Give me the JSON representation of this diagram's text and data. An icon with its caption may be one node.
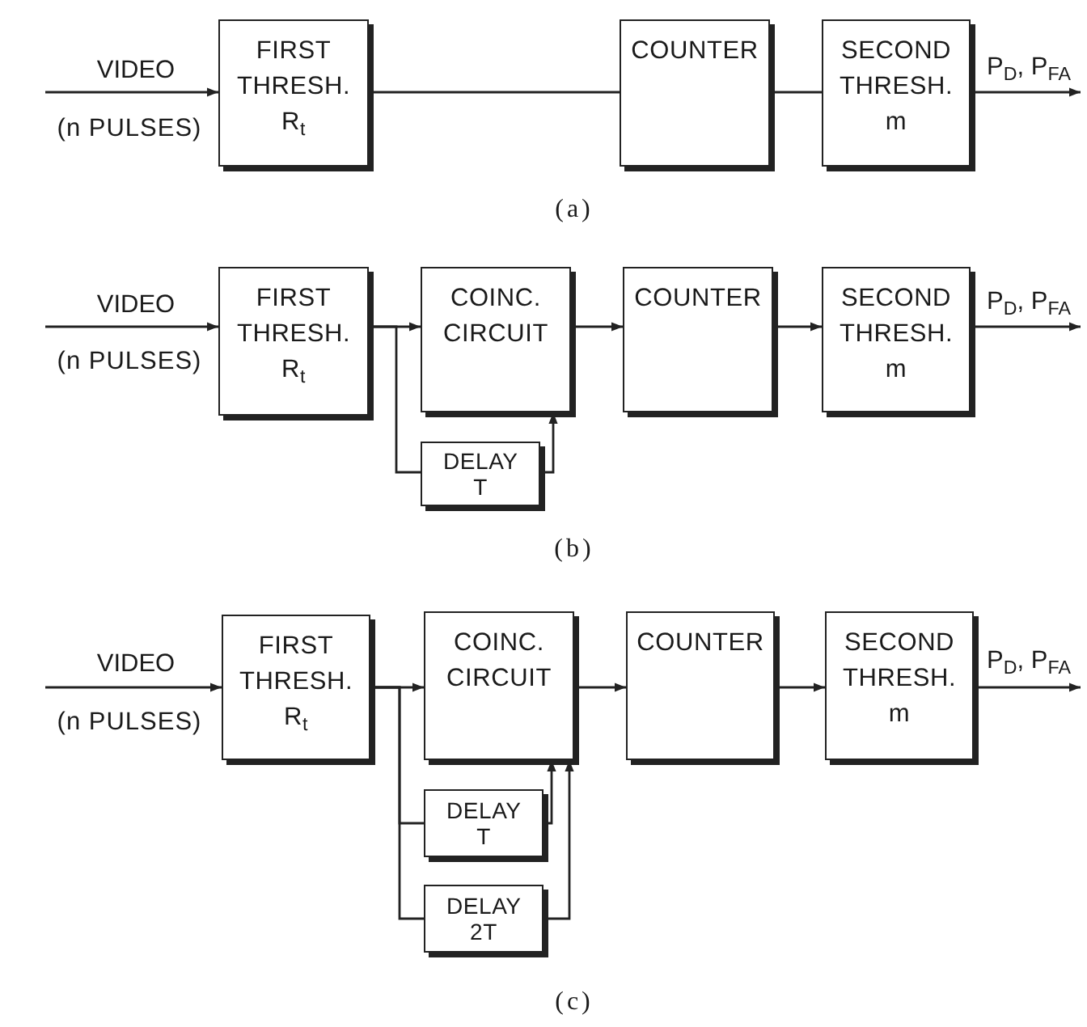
{
  "diagram": {
    "nodes": [
      {
        "text": [
          "FIRST THRESH. R$_{t}$"
        ]
      },
      {
        "text": [
          "COUNTER"
        ]
      },
      {
        "text": [
          "SECOND THRESH. m"
        ]
      },
      {
        "text": [
          "FIRST THRESH. R$_{t}$"
        ]
      },
      {
        "text": [
          "COINC. CIRCUIT"
        ]
      },
      {
        "text": [
          "COUNTER"
        ]
      },
      {
        "text": [
          "SECOND THRESH. m"
        ]
      },
      {
        "text": [
          "DELAY T"
        ]
      },
      {
        "text": [
          "FIRST THRESH. R$_{t}$"
        ]
      },
      {
        "text": [
          "COINC. CIRCUIT"
        ]
      },
      {
        "text": [
          "COUNTER"
        ]
      },
      {
        "text": [
          "SECOND THRESH. m"
        ]
      },
      {
        "text": [
          "DELAY T"
        ]
      },
      {
        "text": [
          "DELAY 2T"
        ]
      }
    ],
    "edges": [
      {
        "from": null,
        "to": 0,
        "arrow": "to",
        "label": "VIDEO"
      },
      {
        "from": 0,
        "to": 1,
        "arrow": "none"
      },
      {
        "from": 1,
        "to": 2,
        "arrow": "none"
      },
      {
        "from": 2,
        "to": null,
        "arrow": "to",
        "label": "P$_{D}$, P$_{FA}$"
      },
      {
        "from": null,
        "to": 3,
        "arrow": "to",
        "label": "VIDEO"
      },
      {
        "from": 3,
        "to": 4,
        "arrow": "to"
      },
      {
        "from": 3,
        "to": 7,
        "arrow": "none"
      },
      {
        "from": 7,
        "to": 4,
        "arrow": "to"
      },
      {
        "from": 4,
        "to": 5,
        "arrow": "to"
      },
      {
        "from": 5,
        "to": 6,
        "arrow": "to"
      },
      {
        "from": 6,
        "to": null,
        "arrow": "to",
        "label": "P$_{D}$, P$_{FA}$"
      },
      {
        "from": null,
        "to": 8,
        "arrow": "to",
        "label": "VIDEO"
      },
      {
        "from": 8,
        "to": 9,
        "arrow": "to"
      },
      {
        "from": 8,
        "to": 12,
        "arrow": "none"
      },
      {
        "from": 8,
        "to": 13,
        "arrow": "none"
      },
      {
        "from": 12,
        "to": 9,
        "arrow": "to"
      },
      {
        "from": 13,
        "to": 9,
        "arrow": "to"
      },
      {
        "from": 9,
        "to": 10,
        "arrow": "to"
      },
      {
        "from": 10,
        "to": 11,
        "arrow": "to"
      },
      {
        "from": 11,
        "to": null,
        "arrow": "to",
        "label": "P$_{D}$, P$_{FA}$"
      }
    ],
    "labels": [
      "(n PULSES)",
      "(a)",
      "(n PULSES)",
      "(b)",
      "(n PULSES)",
      "(c)"
    ]
  }
}
